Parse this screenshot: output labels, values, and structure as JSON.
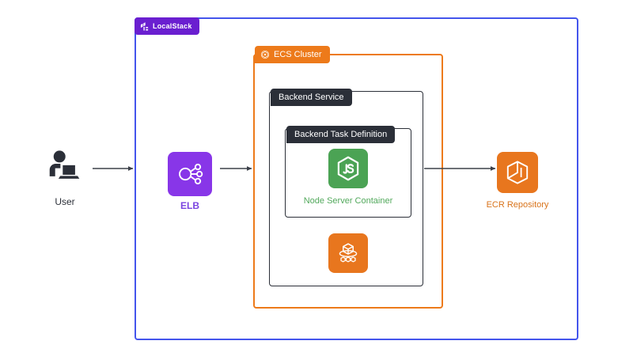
{
  "diagram": {
    "title": "LocalStack ECS architecture",
    "background": "#ffffff"
  },
  "colors": {
    "localstack_border": "#4455ec",
    "localstack_badge": "#6a1fd0",
    "ecs_orange": "#ed7a1a",
    "dark_badge": "#2b2f38",
    "node_green": "#4ba354",
    "node_label_green": "#52a95c",
    "elb_purple": "#8836e8",
    "elb_label_purple": "#7a44e0",
    "ecr_orange": "#e8761e",
    "ecr_label_orange": "#d9731a",
    "arrow": "#3c4049"
  },
  "containers": {
    "localstack": {
      "label": "LocalStack",
      "icon": "localstack-logo-icon"
    },
    "ecs_cluster": {
      "label": "ECS Cluster",
      "icon": "ecs-cluster-icon"
    },
    "backend_service": {
      "label": "Backend Service"
    },
    "task_definition": {
      "label": "Backend Task Definition"
    }
  },
  "nodes": {
    "user": {
      "label": "User",
      "icon": "user-at-laptop-icon"
    },
    "elb": {
      "label": "ELB",
      "icon": "elb-load-balancer-icon"
    },
    "node_container": {
      "label": "Node Server Container",
      "icon": "nodejs-icon"
    },
    "ecs_task": {
      "label": "",
      "icon": "ecs-service-icon"
    },
    "ecr": {
      "label": "ECR Repository",
      "icon": "ecr-repository-icon"
    }
  },
  "edges": [
    {
      "from": "User",
      "to": "ELB"
    },
    {
      "from": "ELB",
      "to": "ECS Cluster"
    },
    {
      "from": "Backend Service",
      "to": "ECR Repository"
    }
  ]
}
